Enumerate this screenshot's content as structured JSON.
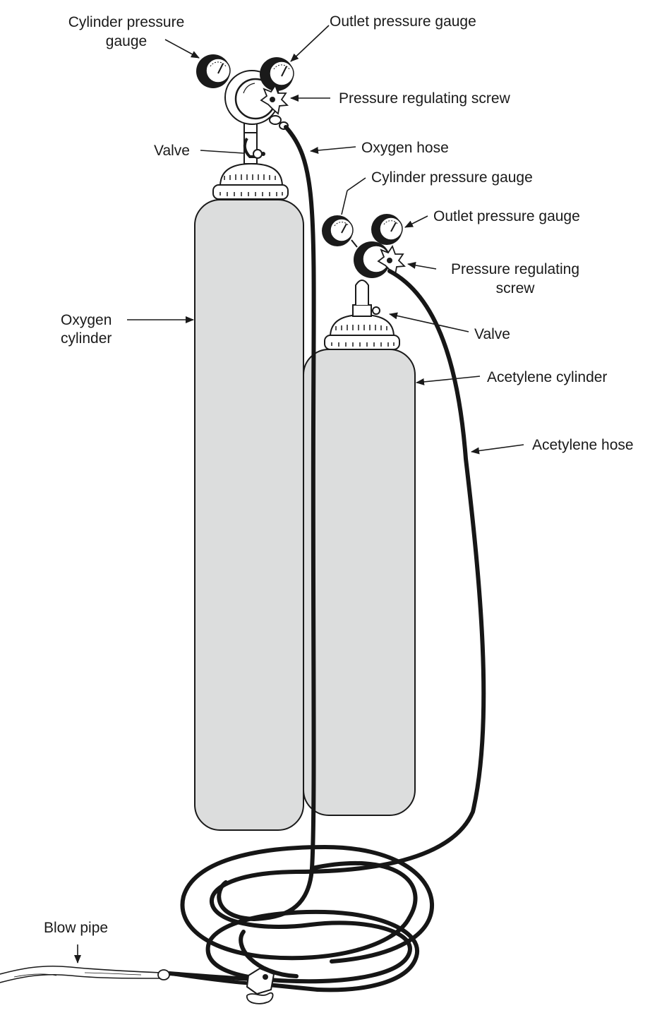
{
  "labels": {
    "oxy_cyl_gauge_1": "Cylinder pressure",
    "oxy_cyl_gauge_2": "gauge",
    "oxy_outlet_gauge": "Outlet pressure gauge",
    "oxy_reg_screw": "Pressure regulating screw",
    "oxy_valve": "Valve",
    "oxy_hose": "Oxygen hose",
    "ace_cyl_gauge": "Cylinder pressure gauge",
    "ace_outlet_gauge": "Outlet pressure gauge",
    "ace_reg_screw_1": "Pressure regulating",
    "ace_reg_screw_2": "screw",
    "oxy_cylinder_1": "Oxygen",
    "oxy_cylinder_2": "cylinder",
    "ace_valve": "Valve",
    "ace_cylinder": "Acetylene cylinder",
    "ace_hose": "Acetylene hose",
    "blow_pipe": "Blow pipe"
  },
  "colors": {
    "cylinder_fill": "#dcdddd",
    "line": "#1a1a1a",
    "hose": "#161616",
    "background": "#ffffff"
  }
}
